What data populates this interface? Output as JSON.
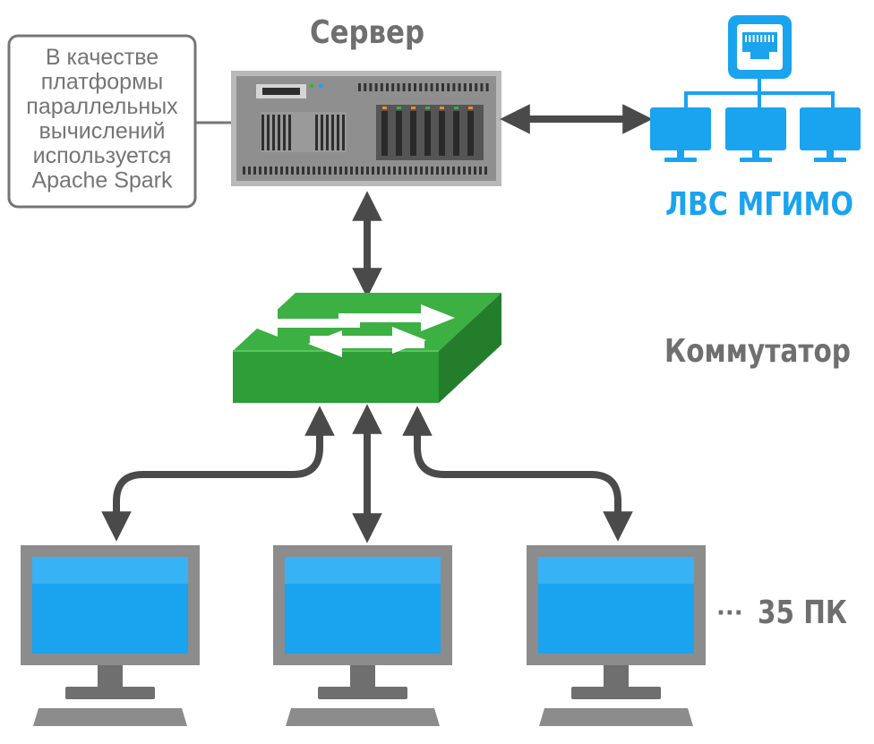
{
  "labels": {
    "server": "Сервер",
    "switch": "Коммутатор",
    "lan": "ЛВС МГИМО",
    "pc_count": "35 ПК",
    "pc_ellipsis": "···"
  },
  "note": {
    "lines": [
      "В качестве",
      "платформы",
      "параллельных",
      "вычислений",
      "используется",
      "Apache Spark"
    ]
  },
  "colors": {
    "label_gray": "#6f6f6f",
    "lan_blue": "#1aa3ef",
    "switch_green": "#3cb043",
    "arrow_dark": "#4a4a4a",
    "monitor_frame": "#8c8c8c",
    "monitor_screen": "#1aa3ef"
  },
  "icons": {
    "server": "rack-server-icon",
    "switch": "network-switch-icon",
    "lan": "lan-network-icon",
    "pc": "desktop-monitor-icon"
  }
}
